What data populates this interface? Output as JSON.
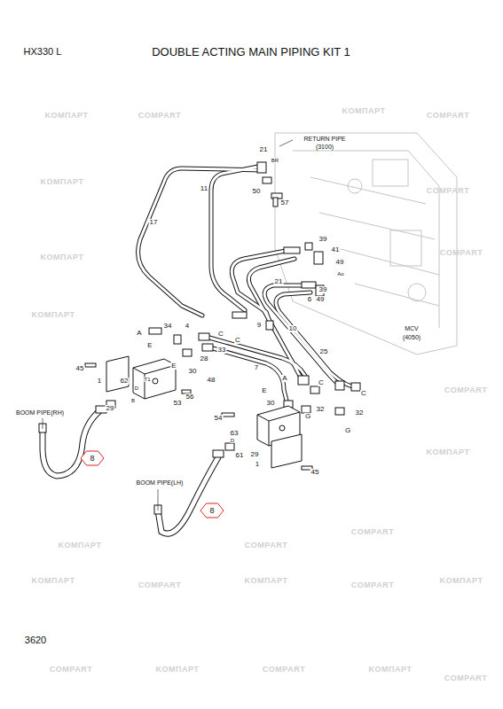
{
  "diagram": {
    "title": "DOUBLE ACTING MAIN PIPING KIT 1",
    "nodes": [
      {
        "text": [
          "8"
        ]
      },
      {
        "text": [
          "8"
        ]
      }
    ],
    "labels": [
      "HX330 L",
      "RETURN PIPE",
      "(3100)",
      "MCV",
      "(4050)",
      "BOOM PIPE(RH)",
      "BOOM PIPE(LH)",
      "3620",
      "21",
      "BR",
      "11",
      "50",
      "57",
      "17",
      "39",
      "41",
      "49",
      "Ao",
      "21",
      "39",
      "6",
      "49",
      "A",
      "E",
      "34",
      "4",
      "9",
      "10",
      "C",
      "C",
      "33",
      "28",
      "25",
      "7",
      "45",
      "1",
      "62",
      "E",
      "30",
      "48",
      "T1",
      "D",
      "B",
      "56",
      "53",
      "29",
      "A",
      "E",
      "30",
      "C",
      "C",
      "54",
      "32",
      "32",
      "G",
      "G",
      "63",
      "61",
      "29",
      "1",
      "45",
      "D",
      "KOMПАРТ",
      "COMPART",
      "KOMПАРТ",
      "COMPART",
      "KOMПАРТ",
      "COMPART",
      "KOMПАРТ",
      "COMPART",
      "KOMПАРТ",
      "COMPART",
      "KOMПАРТ",
      "COMPART",
      "KOMПАРТ",
      "COMPART",
      "KOMПАРТ",
      "COMPART",
      "KOMПАРТ",
      "COMPART",
      "KOMПАРТ",
      "COMPART",
      "KOMПАРТ",
      "COMPART",
      "KOMПАРТ",
      "COMPART"
    ]
  }
}
